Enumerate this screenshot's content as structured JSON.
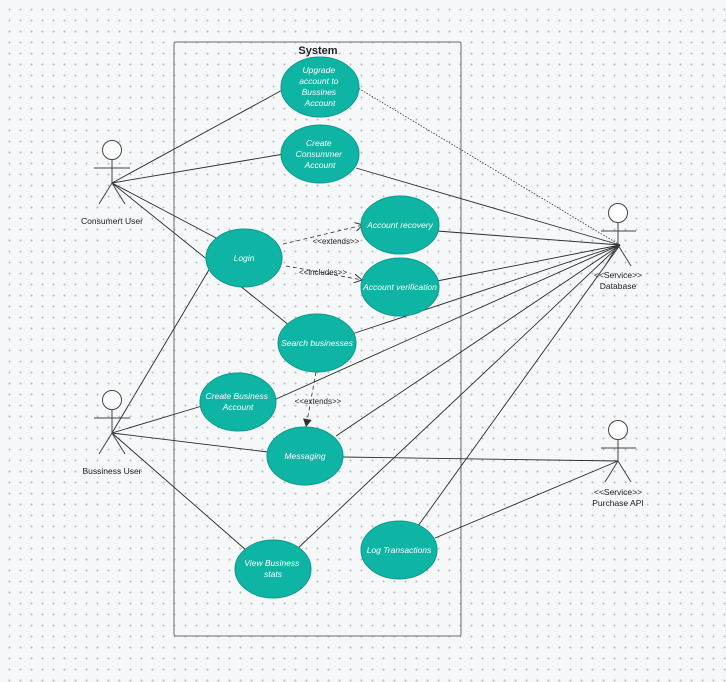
{
  "system": {
    "title": "System"
  },
  "actors": {
    "consumer_user": {
      "label": "Consumert User"
    },
    "business_user": {
      "label": "Bussiness User"
    },
    "database": {
      "stereotype": "<<Service>>",
      "label": "Database"
    },
    "purchase_api": {
      "stereotype": "<<Service>>",
      "label": "Purchase API"
    }
  },
  "use_cases": {
    "upgrade_account": {
      "lines": [
        "Upgrade",
        "account to",
        "Bussines",
        "Account"
      ]
    },
    "create_consumer_account": {
      "lines": [
        "Create",
        "Consummer",
        "Account"
      ]
    },
    "login": {
      "lines": [
        "Login"
      ]
    },
    "account_recovery": {
      "lines": [
        "Account recovery"
      ]
    },
    "account_verification": {
      "lines": [
        "Account verification"
      ]
    },
    "search_businesses": {
      "lines": [
        "Search businesses"
      ]
    },
    "create_business_account": {
      "lines": [
        "Create Business",
        "Account"
      ]
    },
    "messaging": {
      "lines": [
        "Messaging"
      ]
    },
    "view_business_stats": {
      "lines": [
        "View Business",
        "stats"
      ]
    },
    "log_transactions": {
      "lines": [
        "Log Transactions"
      ]
    }
  },
  "relations": {
    "login_recovery": "<<extends>>",
    "login_verification": "<<includes>>",
    "search_messaging": "<<extends>>"
  }
}
